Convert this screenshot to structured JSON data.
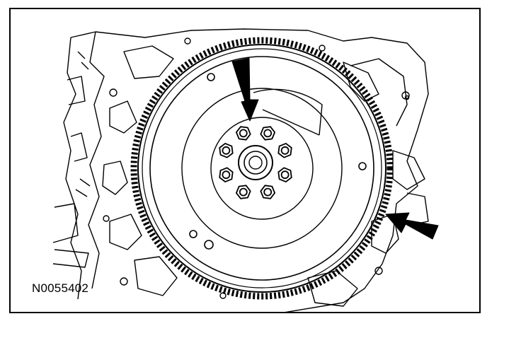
{
  "figure": {
    "id_label": "N0055402"
  },
  "colors": {
    "line": "#000000",
    "background": "#ffffff"
  },
  "parts": {
    "flywheel": "flywheel",
    "ring_gear": "ring-gear",
    "bolts": 8
  }
}
